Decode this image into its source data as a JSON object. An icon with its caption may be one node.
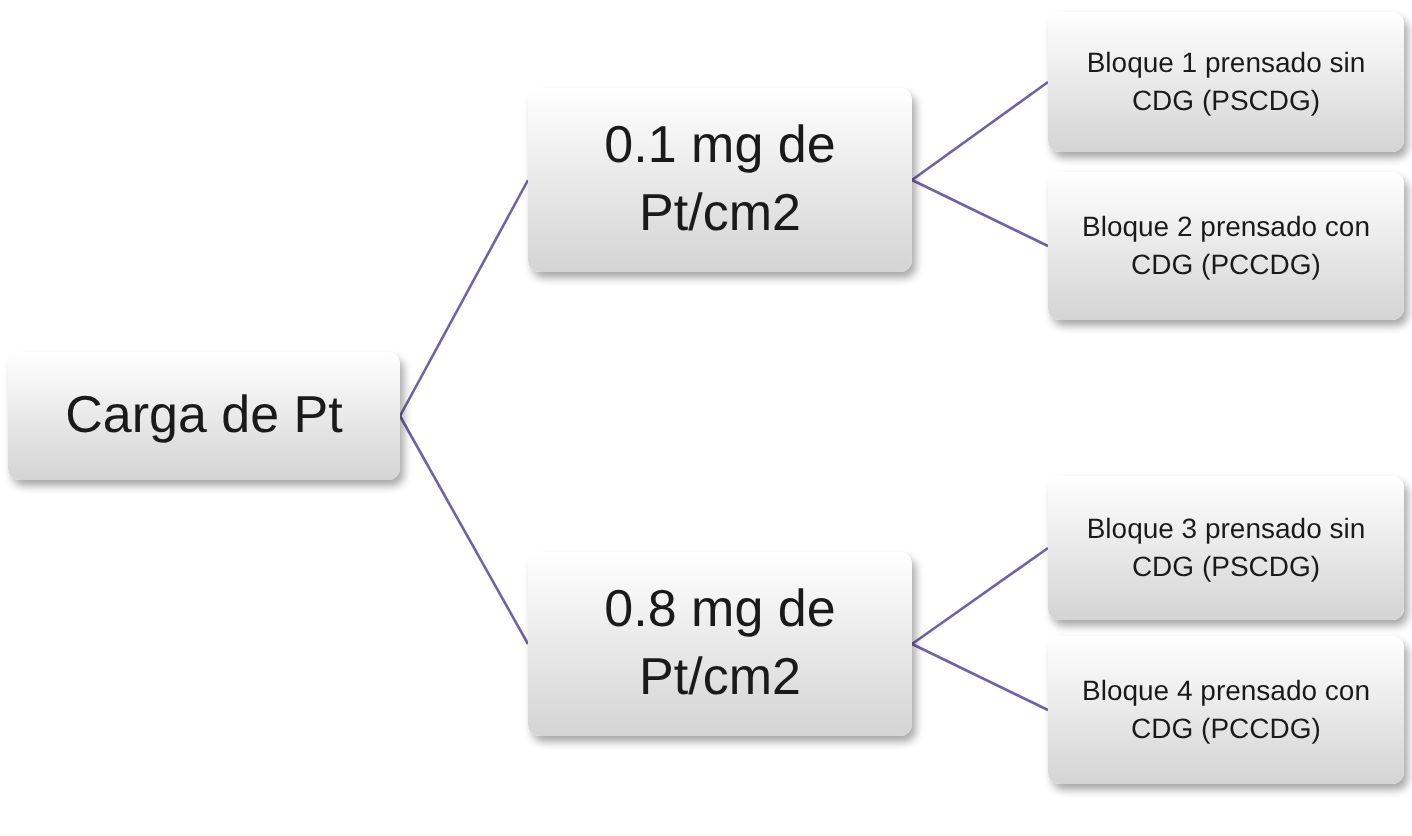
{
  "diagram": {
    "nodes": [
      {
        "text": [
          "Carga de Pt"
        ]
      },
      {
        "text": [
          "0.1 mg de Pt/cm2"
        ]
      },
      {
        "text": [
          "Bloque 1 prensado sin CDG (PSCDG)"
        ]
      },
      {
        "text": [
          "Bloque 2 prensado con CDG (PCCDG)"
        ]
      },
      {
        "text": [
          "0.8 mg de Pt/cm2"
        ]
      },
      {
        "text": [
          "Bloque 3 prensado sin CDG (PSCDG)"
        ]
      },
      {
        "text": [
          "Bloque 4 prensado con CDG (PCCDG)"
        ]
      }
    ],
    "edges": [
      {
        "from": 0,
        "to": 1,
        "arrow": "none"
      },
      {
        "from": 1,
        "to": 2,
        "arrow": "none"
      },
      {
        "from": 1,
        "to": 3,
        "arrow": "none"
      },
      {
        "from": 0,
        "to": 4,
        "arrow": "none"
      },
      {
        "from": 4,
        "to": 5,
        "arrow": "none"
      },
      {
        "from": 4,
        "to": 6,
        "arrow": "none"
      }
    ]
  }
}
